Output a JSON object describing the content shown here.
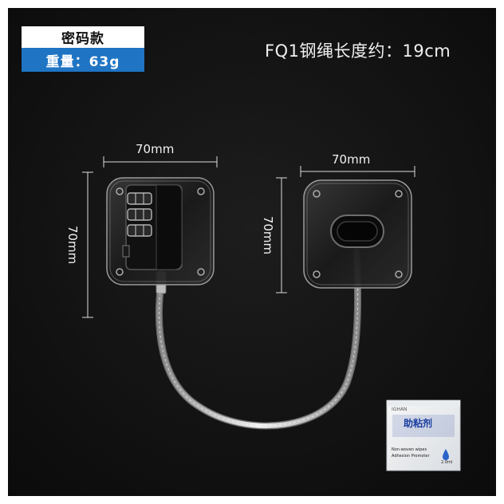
{
  "badge": {
    "type_label": "密码款",
    "weight_label": "重量：63g"
  },
  "cable_length_label": "FQ1钢绳长度约：19cm",
  "dimensions": {
    "left_width": "70mm",
    "left_height": "70mm",
    "right_width": "70mm",
    "right_height": "70mm"
  },
  "adhesive_packet": {
    "brand": "IGHAN",
    "title": "助粘剂",
    "line1": "Non-woven wipes",
    "line2": "Adhesion Promoter",
    "volume": "2.0ml"
  },
  "colors": {
    "badge_blue": "#1f74c4",
    "background": "#141414"
  }
}
